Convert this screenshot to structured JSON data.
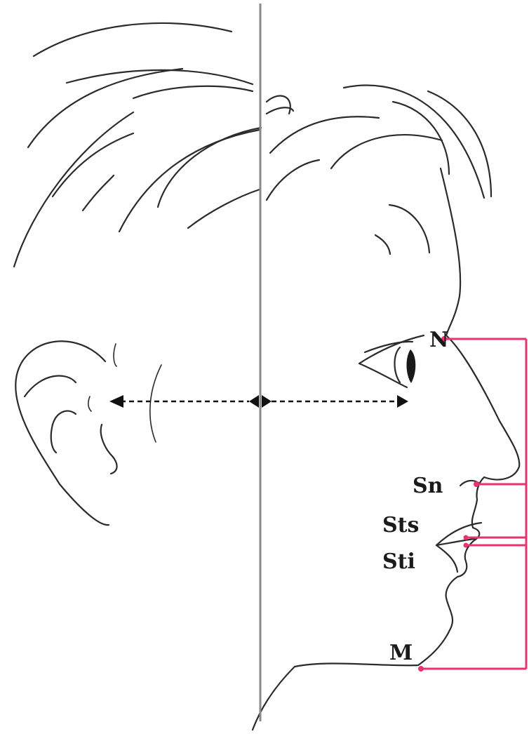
{
  "landmarks": {
    "n": "N",
    "sn": "Sn",
    "sts": "Sts",
    "sti": "Sti",
    "m": "M"
  },
  "colors": {
    "sketch_line": "#2b2b2b",
    "reference_line": "#8a8a8a",
    "measurement_line": "#e8336b",
    "landmark_dot": "#e8336b",
    "arrow": "#111111"
  }
}
